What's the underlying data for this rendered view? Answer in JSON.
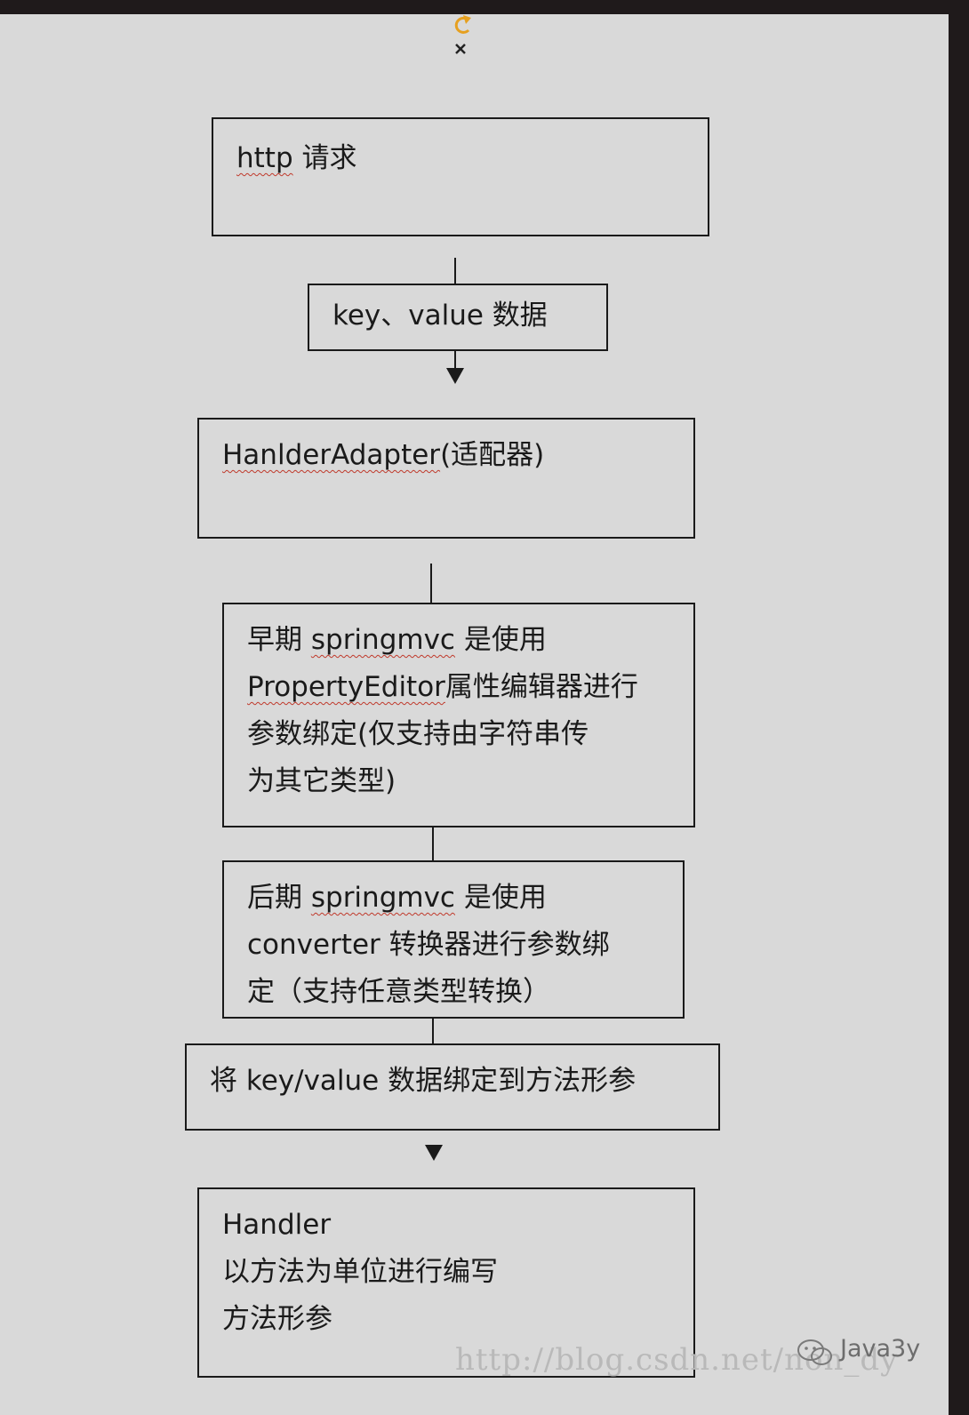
{
  "diagram": {
    "boxes": [
      {
        "id": "http-request",
        "parts": [
          {
            "text": "http",
            "squiggle": true
          },
          {
            "text": " 请求"
          }
        ]
      },
      {
        "id": "key-value-data",
        "parts": [
          {
            "text": "key、value 数据"
          }
        ]
      },
      {
        "id": "handler-adapter",
        "parts": [
          {
            "text": "HanlderAdapter",
            "squiggle": true
          },
          {
            "text": "(适配器)"
          }
        ]
      },
      {
        "id": "property-editor",
        "parts": [
          {
            "text": "早期 "
          },
          {
            "text": "springmvc",
            "squiggle": true
          },
          {
            "text": " 是使用\n"
          },
          {
            "text": "PropertyEditor",
            "squiggle": true
          },
          {
            "text": "属性编辑器进行\n参数绑定(仅支持由字符串传\n为其它类型)"
          }
        ]
      },
      {
        "id": "converter",
        "parts": [
          {
            "text": "后期 "
          },
          {
            "text": "springmvc",
            "squiggle": true
          },
          {
            "text": " 是使用\nconverter 转换器进行参数绑\n定（支持任意类型转换）"
          }
        ]
      },
      {
        "id": "bind-params",
        "parts": [
          {
            "text": "将 key/value 数据绑定到方法形参"
          }
        ]
      },
      {
        "id": "handler",
        "parts": [
          {
            "text": "Handler\n以方法为单位进行编写\n方法形参"
          }
        ]
      }
    ]
  },
  "watermark": {
    "url": "http://blog.csdn.net/non_dy",
    "brand": "Java3y"
  },
  "colors": {
    "background": "#d9d9d9",
    "frame": "#1f1a1b",
    "stroke": "#1a1a1a",
    "spellcheck_underline": "#c0392b",
    "anchor_icon": "#e6a020"
  }
}
